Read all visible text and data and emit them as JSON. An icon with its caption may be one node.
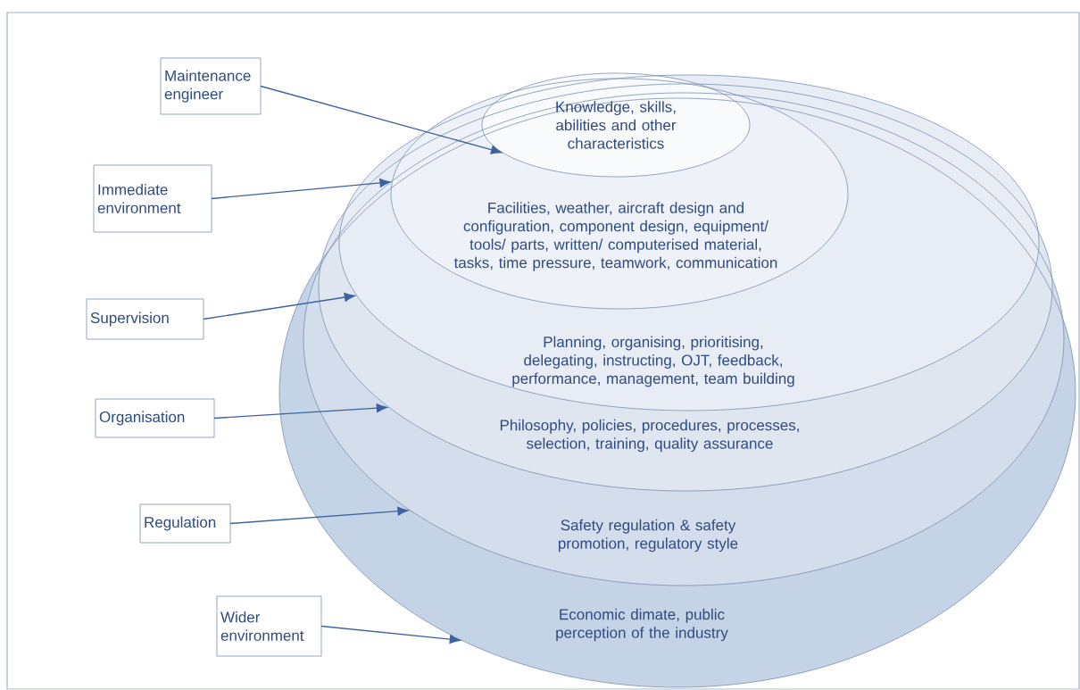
{
  "diagram": {
    "nodes": [
      {
        "text": [
          "Economic dimate, public perception of the industry"
        ]
      },
      {
        "text": [
          "Safety regulation & safety promotion, regulatory style"
        ],
        "in": 0
      },
      {
        "text": [
          "Philosophy, policies, procedures, processes, selection, training, quality assurance"
        ],
        "in": 1
      },
      {
        "text": [
          "Planning, organising, prioritising, delegating, instructing, OJT, feedback, performance, management, team building"
        ],
        "in": 2
      },
      {
        "text": [
          "Facilities, weather, aircraft design and configuration, component design, equipment/ tools/ parts, written/ computerised material, tasks, time pressure, teamwork, communication"
        ],
        "in": 3
      },
      {
        "text": [
          "Knowledge, skills, abilities and other characteristics"
        ],
        "in": 4
      },
      {
        "text": [
          "Maintenance engineer"
        ]
      },
      {
        "text": [
          "Immediate environment"
        ]
      },
      {
        "text": [
          "Supervision"
        ]
      },
      {
        "text": [
          "Organisation"
        ]
      },
      {
        "text": [
          "Regulation"
        ]
      },
      {
        "text": [
          "Wider environment"
        ]
      }
    ],
    "edges": [
      {
        "from": 6,
        "to": 5,
        "arrow": "to"
      },
      {
        "from": 7,
        "to": 4,
        "arrow": "to"
      },
      {
        "from": 8,
        "to": 3,
        "arrow": "to"
      },
      {
        "from": 9,
        "to": 2,
        "arrow": "to"
      },
      {
        "from": 10,
        "to": 1,
        "arrow": "to"
      },
      {
        "from": 11,
        "to": 0,
        "arrow": "to"
      }
    ]
  }
}
